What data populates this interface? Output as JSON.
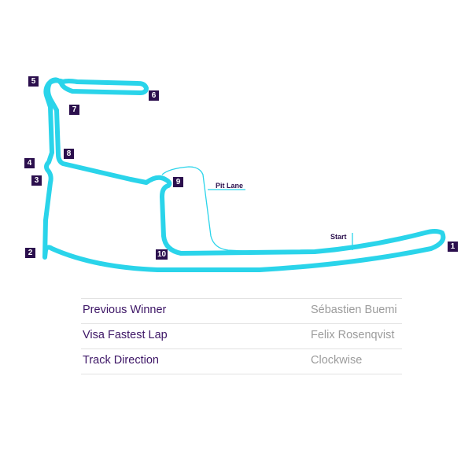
{
  "track": {
    "color": "#2ad4ea",
    "pit_lane_color": "#2ad4ea",
    "marker_color": "#2b0f4d",
    "turns": [
      "1",
      "2",
      "3",
      "4",
      "5",
      "6",
      "7",
      "8",
      "9",
      "10"
    ],
    "labels": {
      "pit_lane": "Pit Lane",
      "start": "Start"
    }
  },
  "info": {
    "rows": [
      {
        "label": "Previous Winner",
        "value": "Sébastien Buemi"
      },
      {
        "label": "Visa Fastest Lap",
        "value": "Felix Rosenqvist"
      },
      {
        "label": "Track Direction",
        "value": "Clockwise"
      }
    ]
  }
}
